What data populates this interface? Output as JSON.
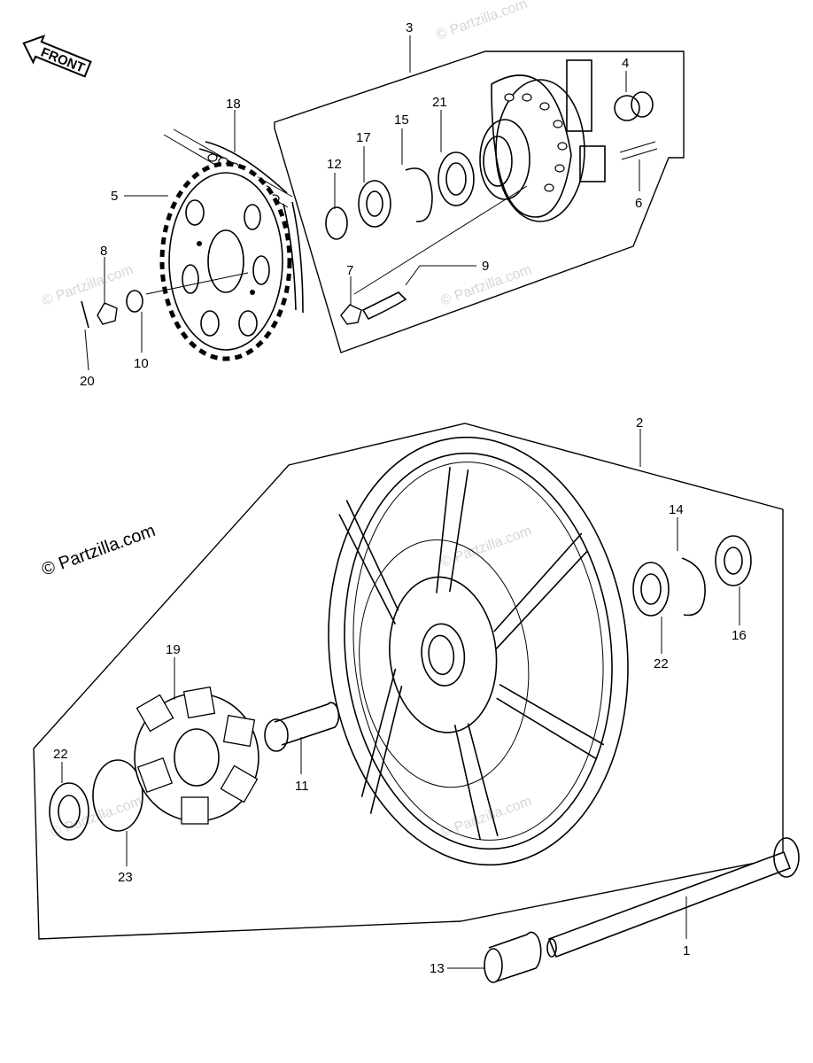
{
  "watermark": {
    "brand": "© Partzilla.com",
    "faint": "© Partzilla.com"
  },
  "front_arrow": {
    "label": "FRONT"
  },
  "callouts": [
    {
      "id": "c3",
      "text": "3"
    },
    {
      "id": "c4",
      "text": "4"
    },
    {
      "id": "c18",
      "text": "18"
    },
    {
      "id": "c15",
      "text": "15"
    },
    {
      "id": "c21",
      "text": "21"
    },
    {
      "id": "c17",
      "text": "17"
    },
    {
      "id": "c12",
      "text": "12"
    },
    {
      "id": "c6",
      "text": "6"
    },
    {
      "id": "c5",
      "text": "5"
    },
    {
      "id": "c8",
      "text": "8"
    },
    {
      "id": "c9",
      "text": "9"
    },
    {
      "id": "c7",
      "text": "7"
    },
    {
      "id": "c10",
      "text": "10"
    },
    {
      "id": "c20",
      "text": "20"
    },
    {
      "id": "c2",
      "text": "2"
    },
    {
      "id": "c14",
      "text": "14"
    },
    {
      "id": "c16",
      "text": "16"
    },
    {
      "id": "c22a",
      "text": "22"
    },
    {
      "id": "c19",
      "text": "19"
    },
    {
      "id": "c11",
      "text": "11"
    },
    {
      "id": "c22b",
      "text": "22"
    },
    {
      "id": "c23",
      "text": "23"
    },
    {
      "id": "c1",
      "text": "1"
    },
    {
      "id": "c13",
      "text": "13"
    }
  ]
}
